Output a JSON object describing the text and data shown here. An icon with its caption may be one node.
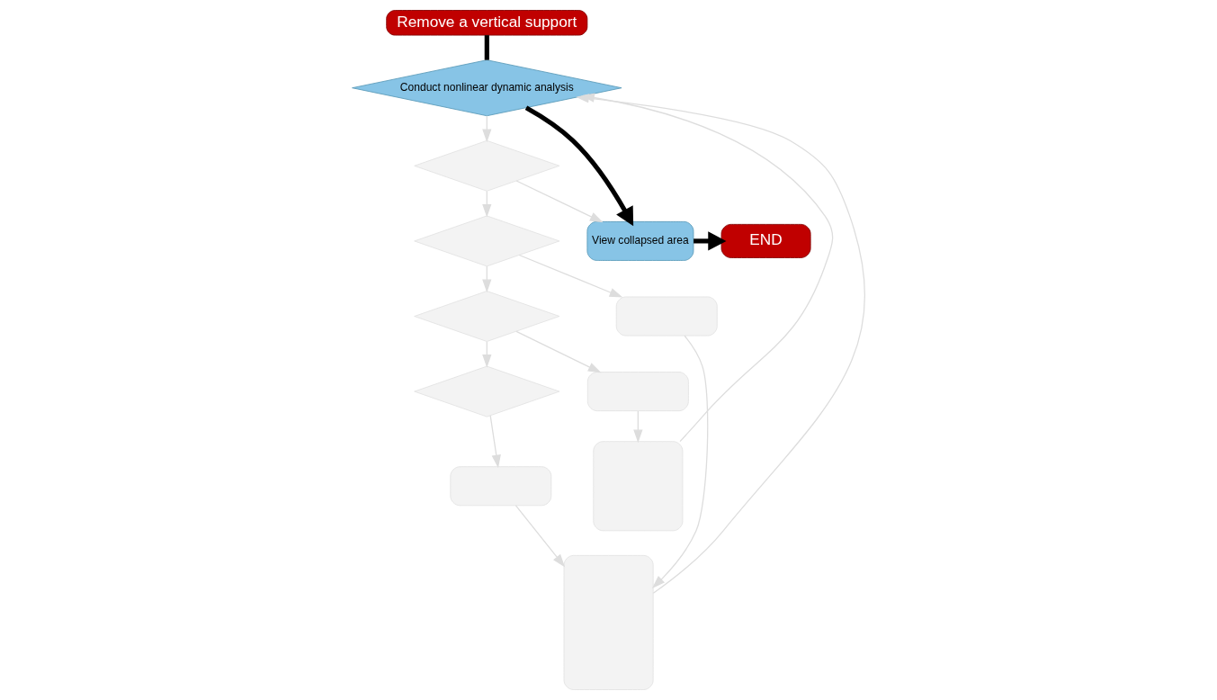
{
  "diagram": {
    "nodes": [
      {
        "text": [
          "Remove a vertical support"
        ]
      },
      {
        "text": [
          "Conduct nonlinear dynamic analysis"
        ]
      },
      {
        "text": [],
        "shape": "diamond"
      },
      {
        "text": [],
        "shape": "diamond"
      },
      {
        "text": [],
        "shape": "diamond"
      },
      {
        "text": [],
        "shape": "diamond"
      },
      {
        "text": [
          "View collapsed area"
        ]
      },
      {
        "text": [
          "END"
        ]
      },
      {
        "text": [],
        "shape": "box"
      },
      {
        "text": [],
        "shape": "box"
      },
      {
        "text": [],
        "shape": "box"
      },
      {
        "text": [],
        "shape": "box"
      },
      {
        "text": [],
        "shape": "box"
      }
    ],
    "edges": [
      {
        "from": 0,
        "to": 1,
        "arrow": "none",
        "style": "thick",
        "color": "#000000"
      },
      {
        "from": 1,
        "to": 6,
        "arrow": "to",
        "style": "thick",
        "color": "#000000"
      },
      {
        "from": 6,
        "to": 7,
        "arrow": "to",
        "style": "thick",
        "color": "#000000"
      },
      {
        "from": 1,
        "to": 2,
        "arrow": "to"
      },
      {
        "from": 2,
        "to": 3,
        "arrow": "to"
      },
      {
        "from": 3,
        "to": 4,
        "arrow": "to"
      },
      {
        "from": 4,
        "to": 5,
        "arrow": "to"
      },
      {
        "from": 2,
        "to": 6,
        "arrow": "to"
      },
      {
        "from": 3,
        "to": 10,
        "arrow": "to"
      },
      {
        "from": 4,
        "to": 8,
        "arrow": "to"
      },
      {
        "from": 8,
        "to": 9,
        "arrow": "to"
      },
      {
        "from": 9,
        "to": 1,
        "arrow": "to"
      },
      {
        "from": 5,
        "to": 11,
        "arrow": "to"
      },
      {
        "from": 10,
        "to": 12,
        "arrow": "to"
      },
      {
        "from": 11,
        "to": 12,
        "arrow": "to"
      },
      {
        "from": 12,
        "to": 1,
        "arrow": "to"
      }
    ]
  }
}
